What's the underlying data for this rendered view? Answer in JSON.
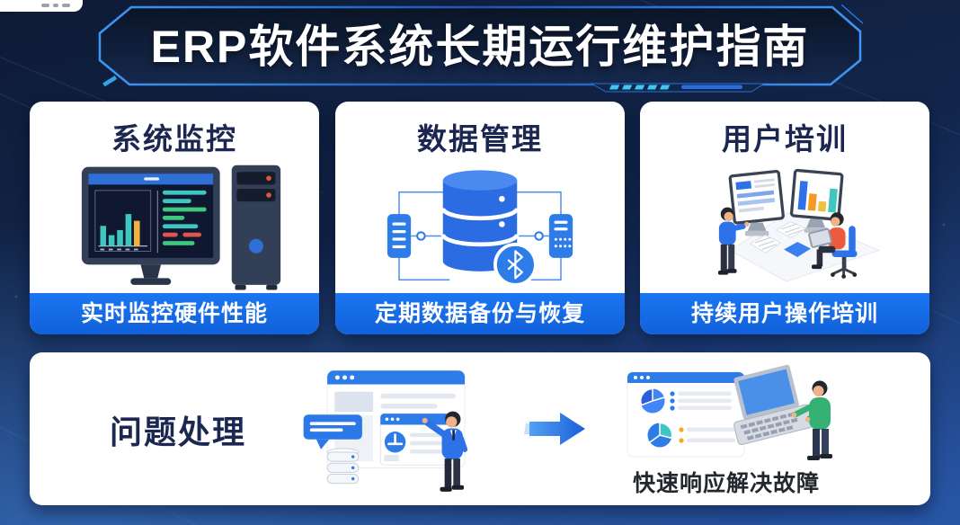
{
  "poster": {
    "title": "ERP软件系统长期运行维护指南"
  },
  "cards": [
    {
      "title": "系统监控",
      "caption": "实时监控硬件性能"
    },
    {
      "title": "数据管理",
      "caption": "定期数据备份与恢复"
    },
    {
      "title": "用户培训",
      "caption": "持续用户操作培训"
    }
  ],
  "process": {
    "title": "问题处理",
    "caption": "快速响应解决故障"
  },
  "icons": {
    "card1": "desktop-monitoring-illustration",
    "card2": "database-backup-illustration",
    "card2_badge": "bluetooth-icon",
    "card3": "user-training-illustration",
    "process_left": "support-ticket-illustration",
    "process_arrow": "arrow-right-icon",
    "process_right": "issue-resolved-illustration"
  },
  "colors": {
    "accent_blue": "#1569e6",
    "banner_border": "#2f86f0",
    "banner_fill": "#0b1729",
    "card_title": "#1b2750",
    "caption_text": "#ffffff",
    "process_caption_text": "#24282e",
    "background_top": "#0e1b36",
    "background_bottom": "#24509e",
    "teal": "#3ec6c0",
    "yellow": "#f0b23e",
    "red": "#e0564a",
    "green": "#3cc97e",
    "orange": "#f5a623"
  }
}
